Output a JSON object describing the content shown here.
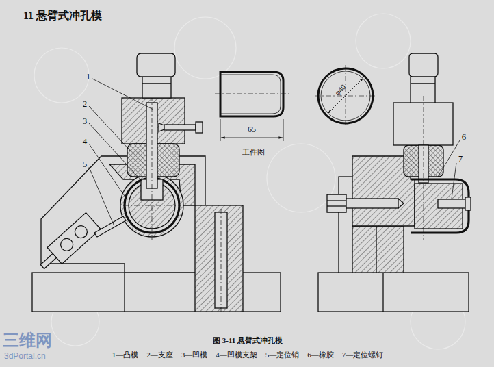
{
  "diagram": {
    "title": "11 悬臂式冲孔模",
    "caption": "图 3-11 悬臂式冲孔模",
    "labels": [
      "1",
      "2",
      "3",
      "4",
      "5",
      "6",
      "7",
      "65",
      "φ40",
      "工件图",
      "1—凸模",
      "2—支座",
      "3—凹模",
      "4—凹模支架",
      "5—定位销",
      "6—橡胶",
      "7—定位螺钉",
      "三维网",
      "3dPortal.cn"
    ]
  }
}
